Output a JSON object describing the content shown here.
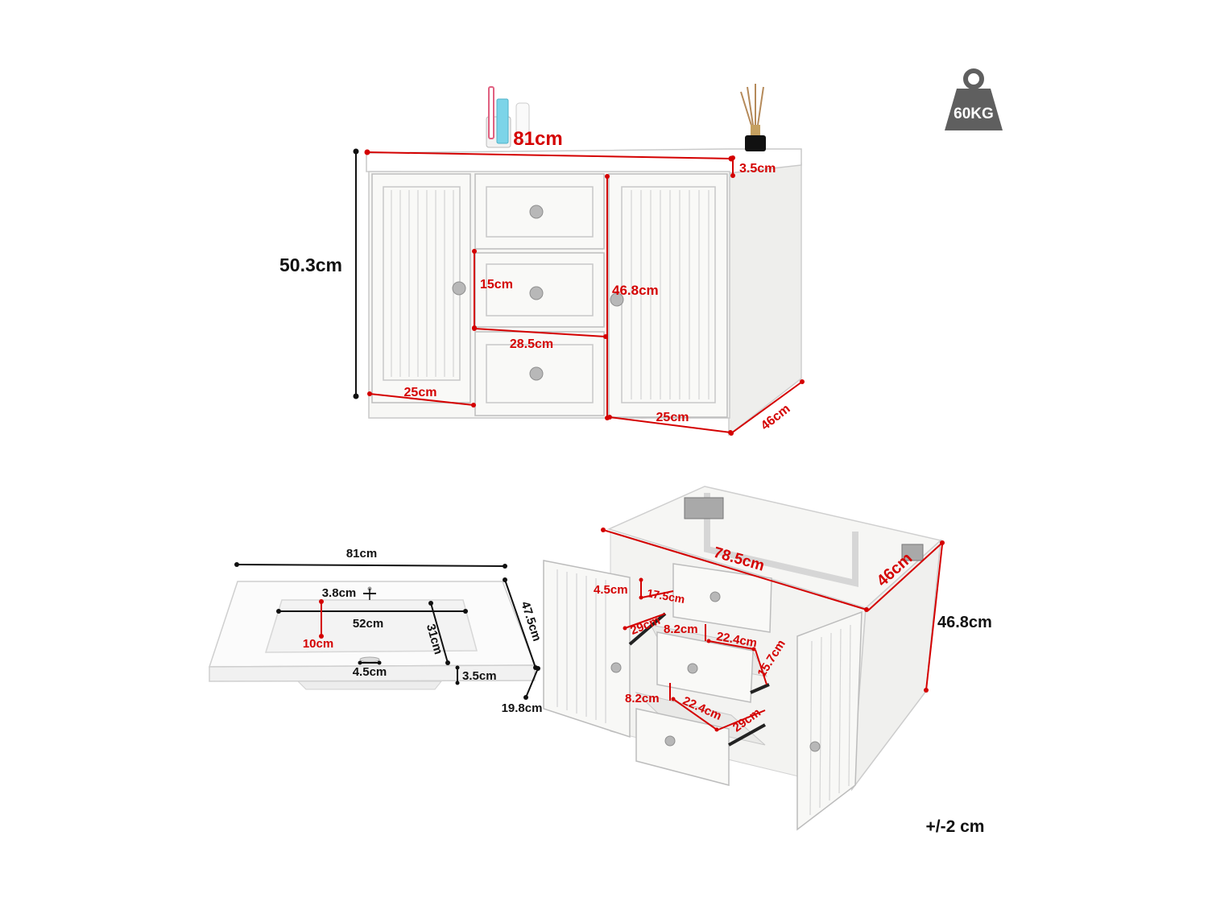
{
  "weight_badge": {
    "text": "60KG",
    "color": "#5f5f5f"
  },
  "colors": {
    "dimension_red": "#d40000",
    "dimension_black": "#111111",
    "cabinet": "#f7f7f5",
    "outline": "#bdbdbd",
    "knob": "#b8b8b8"
  },
  "front_view": {
    "width_top": "81cm",
    "top_thickness": "3.5cm",
    "total_height": "50.3cm",
    "drawer_height": "15cm",
    "body_height": "46.8cm",
    "drawer_width": "28.5cm",
    "left_door_width": "25cm",
    "right_door_width": "25cm",
    "depth": "46cm"
  },
  "basin_view": {
    "width": "81cm",
    "depth": "47.5cm",
    "faucet_hole": "3.8cm",
    "bowl_width": "52cm",
    "bowl_depth": "31cm",
    "bowl_offset": "10cm",
    "overflow": "4.5cm",
    "rim_height": "3.5cm",
    "total_height": "19.8cm"
  },
  "open_view": {
    "inner_width": "78.5cm",
    "depth": "46cm",
    "height": "46.8cm",
    "top_drawer_height": "4.5cm",
    "top_drawer_width": "17.5cm",
    "mid_drawer_depth": "29cm",
    "mid_drawer_height": "8.2cm",
    "mid_drawer_width": "22.4cm",
    "mid_drawer_front": "15.7cm",
    "low_drawer_height": "8.2cm",
    "low_drawer_width": "22.4cm",
    "low_drawer_depth": "29cm"
  },
  "tolerance": "+/-2 cm"
}
